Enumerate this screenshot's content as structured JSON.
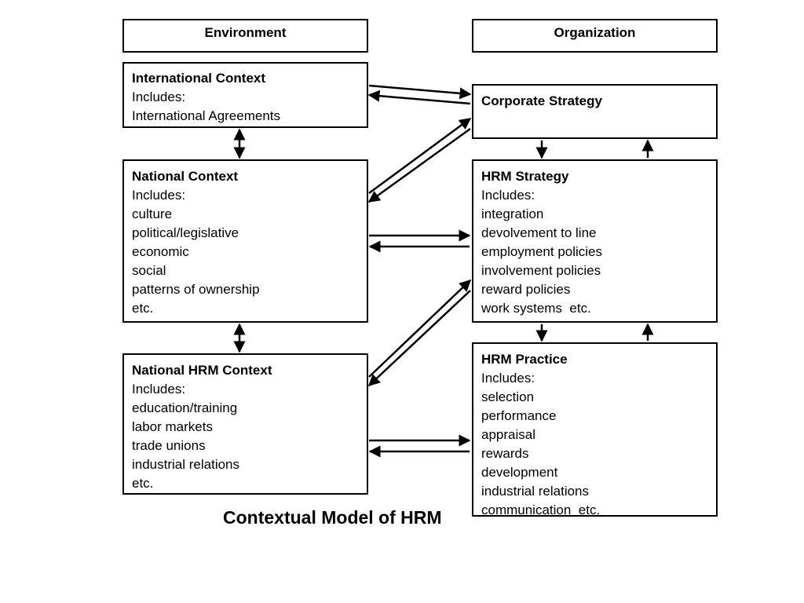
{
  "headers": {
    "environment": "Environment",
    "organization": "Organization"
  },
  "international": {
    "title": "International Context",
    "lines": [
      "Includes:",
      "International Agreements"
    ]
  },
  "national": {
    "title": "National Context",
    "lines": [
      "Includes:",
      "culture",
      "political/legislative",
      "economic",
      "social",
      "patterns of ownership",
      "etc."
    ]
  },
  "national_hrm": {
    "title": "National HRM Context",
    "lines": [
      "Includes:",
      "education/training",
      "labor markets",
      "trade unions",
      "industrial relations",
      "etc."
    ]
  },
  "corporate": {
    "title": "Corporate Strategy"
  },
  "hrm_strategy": {
    "title": "HRM Strategy",
    "lines": [
      "Includes:",
      "integration",
      "devolvement to line",
      "employment policies",
      "involvement policies",
      "reward policies",
      "work systems  etc."
    ]
  },
  "hrm_practice": {
    "title": "HRM Practice",
    "lines": [
      "Includes:",
      "selection",
      "performance",
      "appraisal",
      "rewards",
      "development",
      "industrial relations",
      "communication  etc."
    ]
  },
  "caption": "Contextual Model of HRM"
}
